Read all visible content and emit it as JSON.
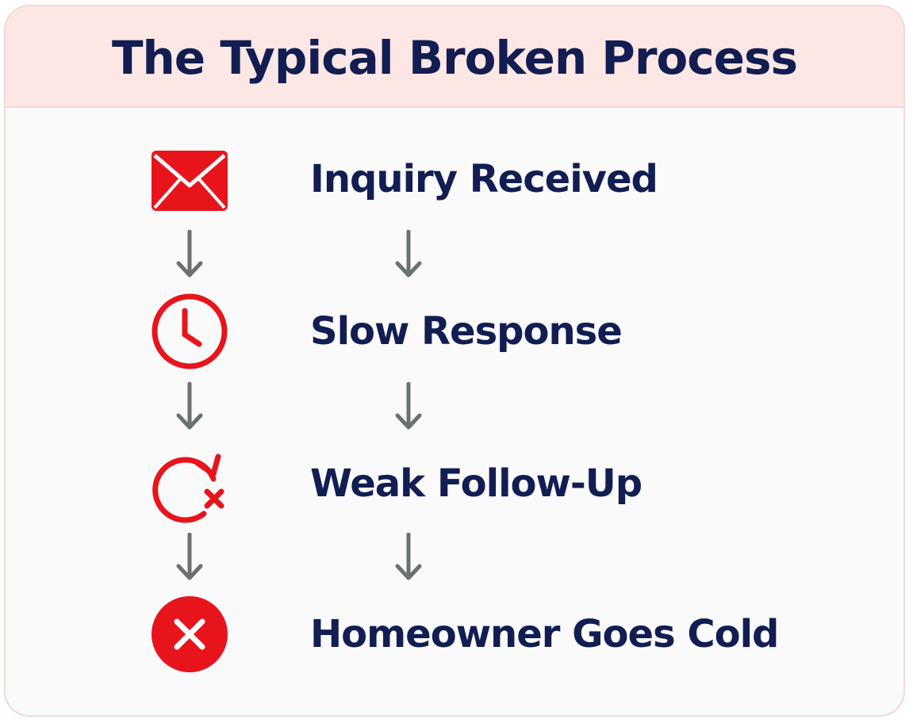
{
  "title": "The Typical Broken Process",
  "colors": {
    "title_text": "#121d52",
    "accent_red": "#e8141c",
    "arrow_gray": "#6b716f",
    "header_bg": "#fce7e5"
  },
  "steps": [
    {
      "label": "Inquiry Received",
      "icon": "envelope-icon"
    },
    {
      "label": "Slow Response",
      "icon": "clock-icon"
    },
    {
      "label": "Weak Follow-Up",
      "icon": "failed-refresh-icon"
    },
    {
      "label": "Homeowner Goes Cold",
      "icon": "x-circle-icon"
    }
  ]
}
